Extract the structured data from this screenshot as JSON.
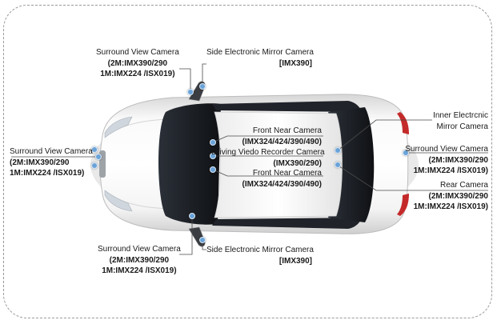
{
  "labels": {
    "surround_top": {
      "name": "Surround View Camera",
      "spec1": "(2M:IMX390/290",
      "spec2": "1M:IMX224 /ISX019)"
    },
    "side_mirror_top": {
      "name": "Side Electronic Mirror Camera",
      "spec": "[IMX390]"
    },
    "surround_left": {
      "name": "Surround View Camera",
      "spec1": "(2M:IMX390/290",
      "spec2": "1M:IMX224 /ISX019)"
    },
    "front_near_1": {
      "name": "Front Near Camera",
      "spec": "(IMX324/424/390/490)"
    },
    "dvr": {
      "name": "Driving Viedo Recorder Camera",
      "spec": "(IMX390/290)"
    },
    "front_near_2": {
      "name": "Front Near Camera",
      "spec": "(IMX324/424/390/490)"
    },
    "inner_mirror": {
      "line1": "Inner Electrcnic",
      "line2": "Mirror Camera"
    },
    "surround_right": {
      "name": "Surround View Camera",
      "spec1": "(2M:IMX390/290",
      "spec2": "1M:IMX224 /ISX019)"
    },
    "rear": {
      "name": "Rear Camera",
      "spec1": "(2M:IMX390/290",
      "spec2": "1M:IMX224 /ISX019)"
    },
    "side_mirror_bottom": {
      "name": "Side Electronic Mirror Camera",
      "spec": "[IMX390]"
    },
    "surround_bottom": {
      "name": "Surround View Camera",
      "spec1": "(2M:IMX390/290",
      "spec2": "1M:IMX224 /ISX019)"
    }
  },
  "colors": {
    "marker": "#6aa3d8",
    "leader": "#4a4a4a",
    "car_body": "#f2f2f2",
    "glass": "#1b1d20",
    "tail_light": "#c42a2a"
  },
  "icons": {
    "marker": "camera-position-dot"
  }
}
